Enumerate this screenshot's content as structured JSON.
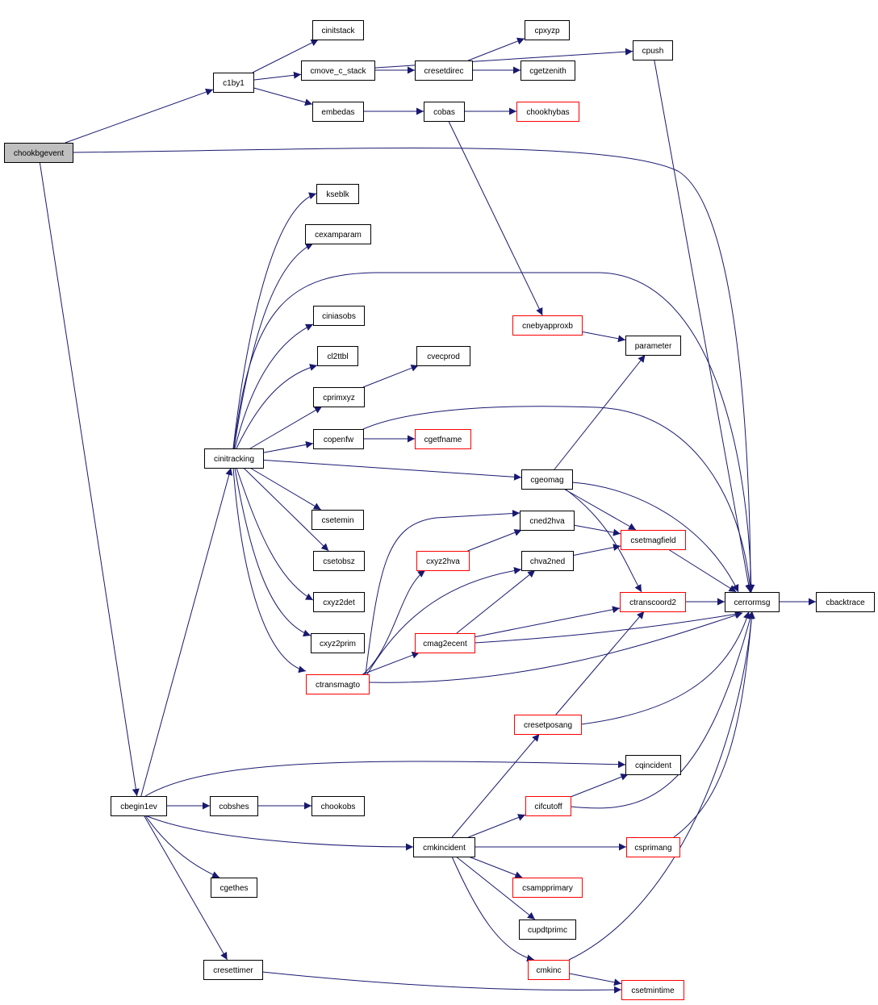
{
  "colors": {
    "edge": "#191970",
    "node_border_normal": "#000000",
    "node_border_highlight": "#ff0000",
    "root_fill": "#bfbfbf",
    "node_fill": "#ffffff"
  },
  "nodes": [
    {
      "id": "chookbgevent",
      "label": "chookbgevent",
      "style": "root"
    },
    {
      "id": "c1by1",
      "label": "c1by1",
      "style": "normal"
    },
    {
      "id": "cinitstack",
      "label": "cinitstack",
      "style": "normal"
    },
    {
      "id": "cmove_c_stack",
      "label": "cmove_c_stack",
      "style": "normal"
    },
    {
      "id": "cresetdirec",
      "label": "cresetdirec",
      "style": "normal"
    },
    {
      "id": "cpxyzp",
      "label": "cpxyzp",
      "style": "normal"
    },
    {
      "id": "cgetzenith",
      "label": "cgetzenith",
      "style": "normal"
    },
    {
      "id": "cpush",
      "label": "cpush",
      "style": "normal"
    },
    {
      "id": "embedas",
      "label": "embedas",
      "style": "normal"
    },
    {
      "id": "cobas",
      "label": "cobas",
      "style": "normal"
    },
    {
      "id": "chookhybas",
      "label": "chookhybas",
      "style": "highlight"
    },
    {
      "id": "kseblk",
      "label": "kseblk",
      "style": "normal"
    },
    {
      "id": "cexamparam",
      "label": "cexamparam",
      "style": "normal"
    },
    {
      "id": "ciniasobs",
      "label": "ciniasobs",
      "style": "normal"
    },
    {
      "id": "cl2ttbl",
      "label": "cl2ttbl",
      "style": "normal"
    },
    {
      "id": "cprimxyz",
      "label": "cprimxyz",
      "style": "normal"
    },
    {
      "id": "cvecprod",
      "label": "cvecprod",
      "style": "normal"
    },
    {
      "id": "copenfw",
      "label": "copenfw",
      "style": "normal"
    },
    {
      "id": "cgetfname",
      "label": "cgetfname",
      "style": "highlight"
    },
    {
      "id": "cinitracking",
      "label": "cinitracking",
      "style": "normal"
    },
    {
      "id": "cnebyapproxb",
      "label": "cnebyapproxb",
      "style": "highlight"
    },
    {
      "id": "parameter",
      "label": "parameter",
      "style": "normal"
    },
    {
      "id": "cgeomag",
      "label": "cgeomag",
      "style": "normal"
    },
    {
      "id": "csetemin",
      "label": "csetemin",
      "style": "normal"
    },
    {
      "id": "cned2hva",
      "label": "cned2hva",
      "style": "normal"
    },
    {
      "id": "csetmagfield",
      "label": "csetmagfield",
      "style": "highlight"
    },
    {
      "id": "csetobsz",
      "label": "csetobsz",
      "style": "normal"
    },
    {
      "id": "cxyz2hva",
      "label": "cxyz2hva",
      "style": "highlight"
    },
    {
      "id": "chva2ned",
      "label": "chva2ned",
      "style": "normal"
    },
    {
      "id": "cxyz2det",
      "label": "cxyz2det",
      "style": "normal"
    },
    {
      "id": "ctranscoord2",
      "label": "ctranscoord2",
      "style": "highlight"
    },
    {
      "id": "cerrormsg",
      "label": "cerrormsg",
      "style": "normal"
    },
    {
      "id": "cbacktrace",
      "label": "cbacktrace",
      "style": "normal"
    },
    {
      "id": "cmag2ecent",
      "label": "cmag2ecent",
      "style": "highlight"
    },
    {
      "id": "cxyz2prim",
      "label": "cxyz2prim",
      "style": "normal"
    },
    {
      "id": "ctransmagto",
      "label": "ctransmagto",
      "style": "highlight"
    },
    {
      "id": "cresetposang",
      "label": "cresetposang",
      "style": "highlight"
    },
    {
      "id": "cqincident",
      "label": "cqincident",
      "style": "normal"
    },
    {
      "id": "cbegin1ev",
      "label": "cbegin1ev",
      "style": "normal"
    },
    {
      "id": "cobshes",
      "label": "cobshes",
      "style": "normal"
    },
    {
      "id": "chookobs",
      "label": "chookobs",
      "style": "normal"
    },
    {
      "id": "cifcutoff",
      "label": "cifcutoff",
      "style": "highlight"
    },
    {
      "id": "cmkincident",
      "label": "cmkincident",
      "style": "normal"
    },
    {
      "id": "csprimang",
      "label": "csprimang",
      "style": "highlight"
    },
    {
      "id": "csampprimary",
      "label": "csampprimary",
      "style": "highlight"
    },
    {
      "id": "cgethes",
      "label": "cgethes",
      "style": "normal"
    },
    {
      "id": "cupdtprimc",
      "label": "cupdtprimc",
      "style": "normal"
    },
    {
      "id": "cresettimer",
      "label": "cresettimer",
      "style": "normal"
    },
    {
      "id": "cmkinc",
      "label": "cmkinc",
      "style": "highlight"
    },
    {
      "id": "csetmintime",
      "label": "csetmintime",
      "style": "highlight"
    }
  ],
  "edges": [
    [
      "chookbgevent",
      "c1by1"
    ],
    [
      "chookbgevent",
      "cerrormsg"
    ],
    [
      "chookbgevent",
      "cbegin1ev"
    ],
    [
      "c1by1",
      "cinitstack"
    ],
    [
      "c1by1",
      "cmove_c_stack"
    ],
    [
      "c1by1",
      "embedas"
    ],
    [
      "cmove_c_stack",
      "cresetdirec"
    ],
    [
      "cmove_c_stack",
      "cpush"
    ],
    [
      "cresetdirec",
      "cpxyzp"
    ],
    [
      "cresetdirec",
      "cgetzenith"
    ],
    [
      "cpush",
      "cerrormsg"
    ],
    [
      "embedas",
      "cobas"
    ],
    [
      "cobas",
      "chookhybas"
    ],
    [
      "cobas",
      "cnebyapproxb"
    ],
    [
      "cnebyapproxb",
      "parameter"
    ],
    [
      "cinitracking",
      "kseblk"
    ],
    [
      "cinitracking",
      "cexamparam"
    ],
    [
      "cinitracking",
      "cerrormsg"
    ],
    [
      "cinitracking",
      "ciniasobs"
    ],
    [
      "cinitracking",
      "cl2ttbl"
    ],
    [
      "cinitracking",
      "cprimxyz"
    ],
    [
      "cinitracking",
      "copenfw"
    ],
    [
      "cinitracking",
      "cgeomag"
    ],
    [
      "cinitracking",
      "csetemin"
    ],
    [
      "cinitracking",
      "csetobsz"
    ],
    [
      "cinitracking",
      "cxyz2det"
    ],
    [
      "cinitracking",
      "cxyz2prim"
    ],
    [
      "cinitracking",
      "ctransmagto"
    ],
    [
      "cprimxyz",
      "cvecprod"
    ],
    [
      "copenfw",
      "cgetfname"
    ],
    [
      "copenfw",
      "cerrormsg"
    ],
    [
      "cgeomag",
      "parameter"
    ],
    [
      "cgeomag",
      "csetmagfield"
    ],
    [
      "cgeomag",
      "ctranscoord2"
    ],
    [
      "cgeomag",
      "cerrormsg"
    ],
    [
      "cned2hva",
      "csetmagfield"
    ],
    [
      "chva2ned",
      "csetmagfield"
    ],
    [
      "csetmagfield",
      "cerrormsg"
    ],
    [
      "ctranscoord2",
      "cerrormsg"
    ],
    [
      "cerrormsg",
      "cbacktrace"
    ],
    [
      "cxyz2hva",
      "cned2hva"
    ],
    [
      "cmag2ecent",
      "chva2ned"
    ],
    [
      "cmag2ecent",
      "ctranscoord2"
    ],
    [
      "cmag2ecent",
      "cerrormsg"
    ],
    [
      "ctransmagto",
      "cned2hva"
    ],
    [
      "ctransmagto",
      "cxyz2hva"
    ],
    [
      "ctransmagto",
      "chva2ned"
    ],
    [
      "ctransmagto",
      "cmag2ecent"
    ],
    [
      "ctransmagto",
      "cerrormsg"
    ],
    [
      "cresetposang",
      "ctranscoord2"
    ],
    [
      "cresetposang",
      "cerrormsg"
    ],
    [
      "cbegin1ev",
      "cinitracking"
    ],
    [
      "cbegin1ev",
      "cqincident"
    ],
    [
      "cbegin1ev",
      "cobshes"
    ],
    [
      "cbegin1ev",
      "cmkincident"
    ],
    [
      "cbegin1ev",
      "cgethes"
    ],
    [
      "cbegin1ev",
      "cresettimer"
    ],
    [
      "cobshes",
      "chookobs"
    ],
    [
      "cmkincident",
      "cresetposang"
    ],
    [
      "cmkincident",
      "cifcutoff"
    ],
    [
      "cmkincident",
      "csprimang"
    ],
    [
      "cmkincident",
      "csampprimary"
    ],
    [
      "cmkincident",
      "cupdtprimc"
    ],
    [
      "cmkincident",
      "cmkinc"
    ],
    [
      "cifcutoff",
      "cqincident"
    ],
    [
      "cifcutoff",
      "cerrormsg"
    ],
    [
      "csprimang",
      "cerrormsg"
    ],
    [
      "cmkinc",
      "cerrormsg"
    ],
    [
      "cmkinc",
      "csetmintime"
    ],
    [
      "cresettimer",
      "csetmintime"
    ]
  ]
}
